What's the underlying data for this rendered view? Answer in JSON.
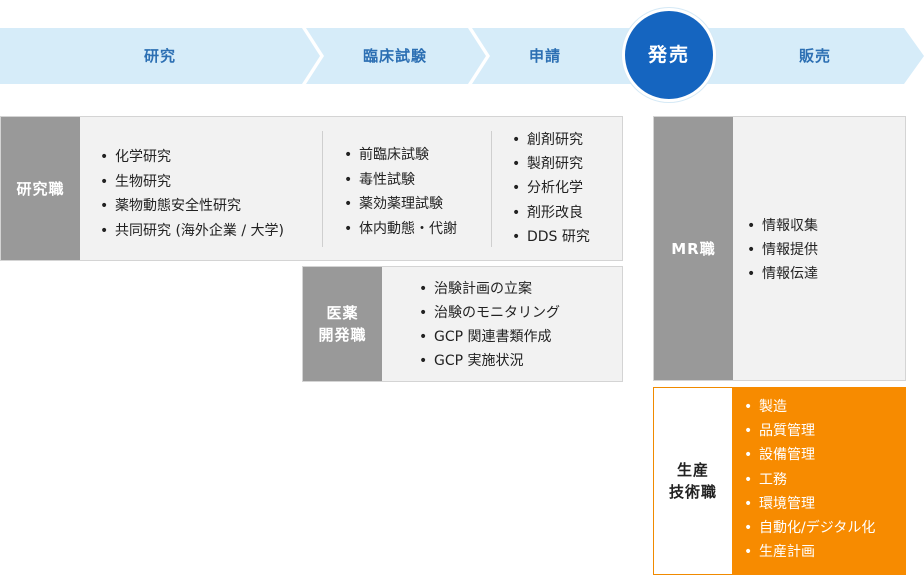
{
  "flow": {
    "stages": [
      "研究",
      "臨床試験",
      "申請",
      "発売",
      "販売"
    ],
    "colors": {
      "arrow": "#d6ecf9",
      "arrow_text": "#2c6fb3",
      "launch": "#1565c0",
      "label_bg": "#999999",
      "accent": "#f78b00"
    }
  },
  "research": {
    "label": "研究職",
    "col1": [
      "化学研究",
      "生物研究",
      "薬物動態安全性研究",
      "共同研究 (海外企業 / 大学)"
    ],
    "col2": [
      "前臨床試験",
      "毒性試験",
      "薬効薬理試験",
      "体内動態・代謝"
    ],
    "col3": [
      "創剤研究",
      "製剤研究",
      "分析化学",
      "剤形改良",
      "DDS 研究"
    ]
  },
  "clinical": {
    "label": "医薬\n開発職",
    "items": [
      "治験計画の立案",
      "治験のモニタリング",
      "GCP 関連書類作成",
      "GCP 実施状況"
    ]
  },
  "mr": {
    "label": "MR職",
    "items": [
      "情報収集",
      "情報提供",
      "情報伝達"
    ]
  },
  "production": {
    "label": "生産\n技術職",
    "items": [
      "製造",
      "品質管理",
      "設備管理",
      "工務",
      "環境管理",
      "自動化/デジタル化",
      "生産計画"
    ]
  }
}
